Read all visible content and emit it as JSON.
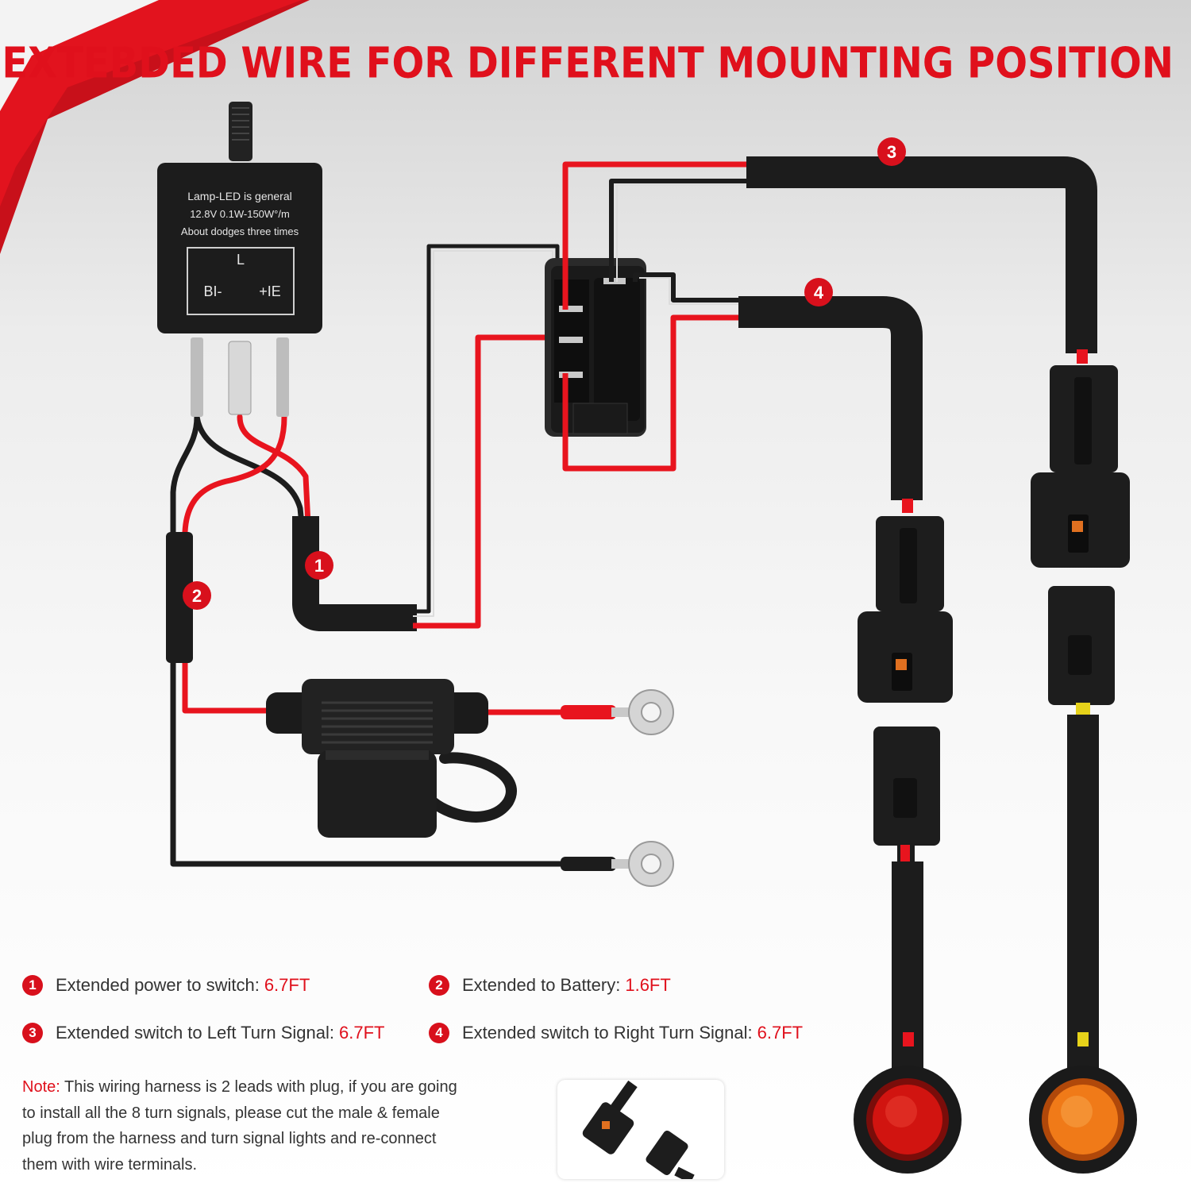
{
  "title": "EXTEBDED WIRE FOR DIFFERENT MOUNTING POSITION",
  "flasher": {
    "line1": "Lamp-LED is general",
    "line2": "12.8V 0.1W-150W°/m",
    "line3": "About dodges three times",
    "terminal_l": "L",
    "terminal_b": "BI-",
    "terminal_e": "+IE"
  },
  "wire_markers": [
    "1",
    "2",
    "3",
    "4"
  ],
  "legend": [
    {
      "num": "1",
      "label": "Extended power to switch:",
      "value": "6.7FT"
    },
    {
      "num": "2",
      "label": "Extended to Battery:",
      "value": "1.6FT"
    },
    {
      "num": "3",
      "label": "Extended switch to Left Turn Signal:",
      "value": "6.7FT"
    },
    {
      "num": "4",
      "label": "Extended switch to Right Turn Signal:",
      "value": "6.7FT"
    }
  ],
  "note": {
    "label": "Note:",
    "text": " This wiring harness is 2 leads with plug, if you are going to install all the 8 turn signals, please cut the male & female plug from the harness and turn signal lights and re-connect them with wire terminals."
  },
  "colors": {
    "accent_red": "#e0101c",
    "wire_red": "#e8141e",
    "wire_black": "#1c1c1c",
    "lamp_red": "#d11410",
    "lamp_amber": "#f07a18"
  }
}
